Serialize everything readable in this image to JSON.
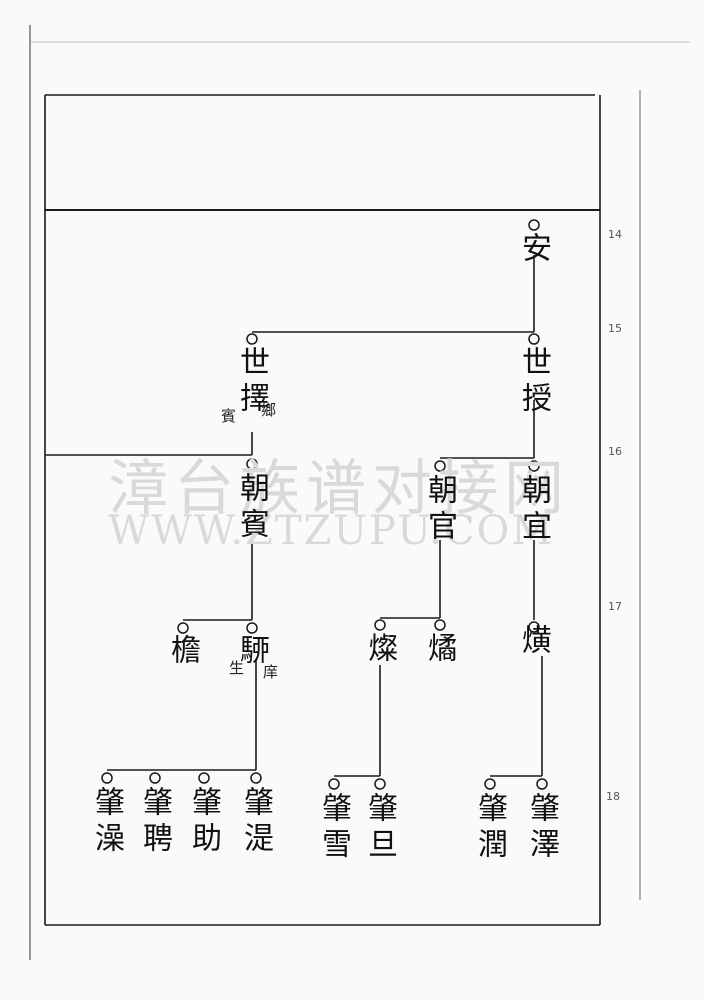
{
  "watermark": {
    "line1": "漳台族谱对接网",
    "line2": "WWW.ZTZUPU.COM"
  },
  "generation_marks": [
    "14",
    "15",
    "16",
    "17",
    "18"
  ],
  "people": [
    {
      "id": "an",
      "name": "安"
    },
    {
      "id": "shize",
      "name": "世擇",
      "note_left": "賓",
      "note_right": "鄉"
    },
    {
      "id": "shishou",
      "name": "世授"
    },
    {
      "id": "chaobin",
      "name": "朝賓"
    },
    {
      "id": "chaoguan",
      "name": "朝官"
    },
    {
      "id": "chaoyi",
      "name": "朝宜"
    },
    {
      "id": "tan",
      "name": "檐"
    },
    {
      "id": "liu",
      "name": "駵",
      "note_left": "生",
      "note_right": "庠"
    },
    {
      "id": "ying",
      "name": "燦"
    },
    {
      "id": "qi",
      "name": "燏"
    },
    {
      "id": "huang",
      "name": "熿"
    },
    {
      "id": "zhaocao",
      "name": "肇澡"
    },
    {
      "id": "zhaopin",
      "name": "肇聘"
    },
    {
      "id": "zhaozhu",
      "name": "肇助"
    },
    {
      "id": "zhaoshi",
      "name": "肇湜"
    },
    {
      "id": "zhaoxue",
      "name": "肇雪"
    },
    {
      "id": "zhaodan",
      "name": "肇旦"
    },
    {
      "id": "zhaorun",
      "name": "肇潤"
    },
    {
      "id": "zhaoze",
      "name": "肇澤"
    }
  ]
}
